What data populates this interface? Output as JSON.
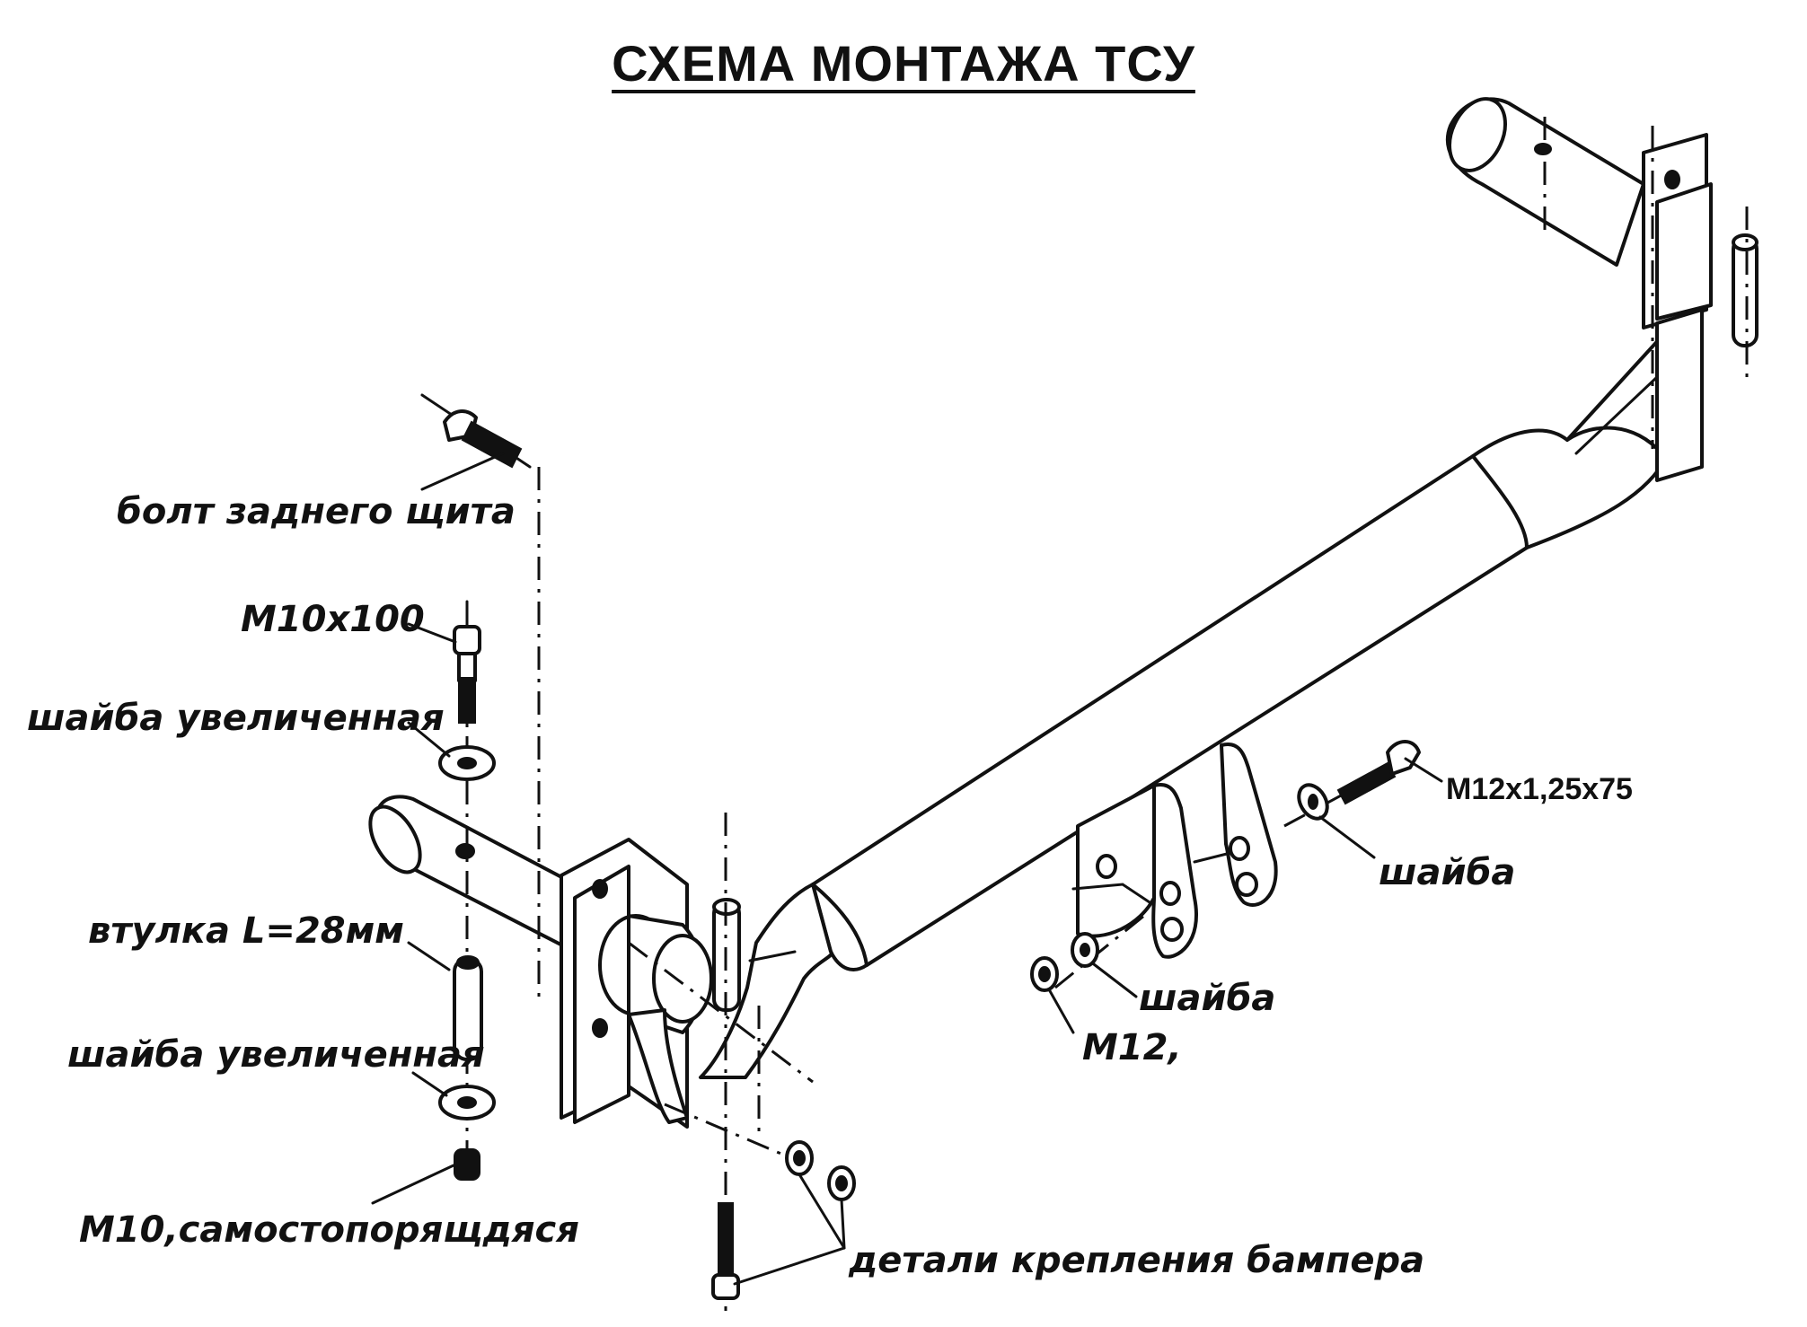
{
  "title": "СХЕМА МОНТАЖА ТСУ",
  "labels": {
    "bolt_rear_panel": "болт заднего щита",
    "m10x100": "М10х100",
    "washer_enlarged_top": "шайба увеличенная",
    "sleeve": "втулка L=28мм",
    "washer_enlarged_bottom": "шайба увеличенная",
    "m10_nut": "М10,самостопорящдяся",
    "bumper_parts": "детали крепления бампера",
    "m12x125x75": "M12x1,25x75",
    "washer_right": "шайба",
    "washer_mid": "шайба",
    "m12": "М12,"
  }
}
